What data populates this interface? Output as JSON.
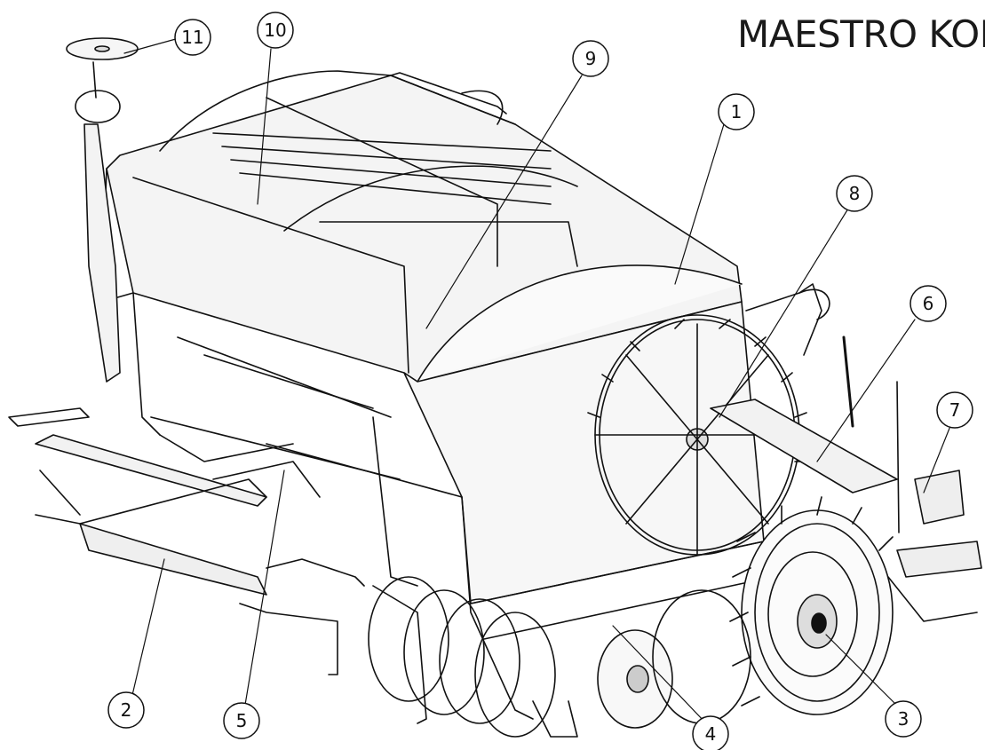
{
  "title": "MAESTRO KOKO",
  "callouts": [
    {
      "label": "1"
    },
    {
      "label": "2"
    },
    {
      "label": "3"
    },
    {
      "label": "4"
    },
    {
      "label": "5"
    },
    {
      "label": "6"
    },
    {
      "label": "7"
    },
    {
      "label": "8"
    },
    {
      "label": "9"
    },
    {
      "label": "10"
    },
    {
      "label": "11"
    }
  ]
}
